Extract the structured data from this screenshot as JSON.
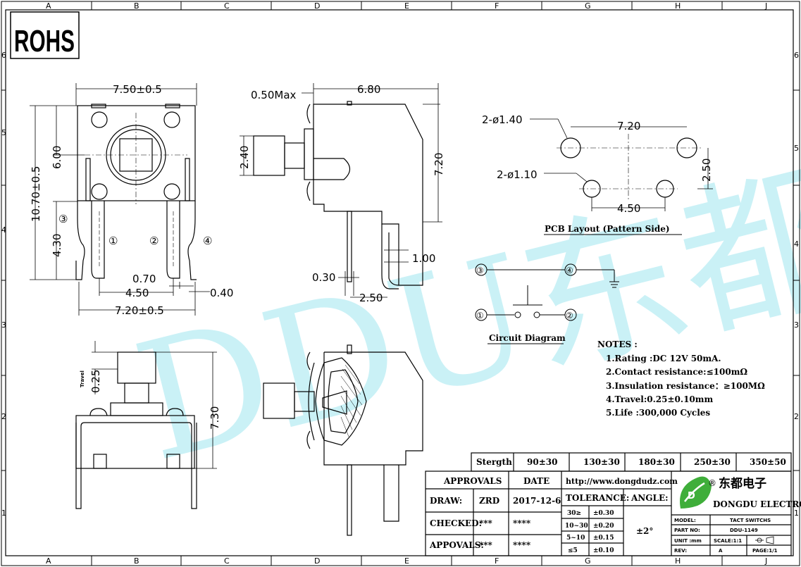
{
  "frame": {
    "columns": [
      "A",
      "B",
      "C",
      "D",
      "E",
      "F",
      "G",
      "H",
      "J"
    ],
    "rows": [
      "6",
      "5",
      "4",
      "3",
      "2",
      "1"
    ]
  },
  "rohs": "ROHS",
  "watermark": "DDU东都",
  "front_view": {
    "dim_top": "7.50±0.5",
    "dim_bottom": "7.20±0.5",
    "dim_height": "10.70±0.5",
    "dim_600": "6.00",
    "dim_430": "4.30",
    "dim_070": "0.70",
    "dim_450": "4.50",
    "dim_040": "0.40",
    "pins": [
      "①",
      "②",
      "③",
      "④"
    ]
  },
  "side_view": {
    "dim_680": "6.80",
    "dim_050": "0.50Max",
    "dim_240": "2.40",
    "dim_720": "7.20",
    "dim_100": "1.00",
    "dim_030": "0.30",
    "dim_250": "2.50"
  },
  "pcb_layout": {
    "hole1": "2-ø1.40",
    "hole2": "2-ø1.10",
    "dim_720": "7.20",
    "dim_250": "2.50",
    "dim_450": "4.50",
    "title": "PCB Layout (Pattern Side)"
  },
  "circuit": {
    "title": "Circuit Diagram",
    "n1": "①",
    "n2": "②",
    "n3": "③",
    "n4": "④"
  },
  "notes": {
    "title": "NOTES :",
    "items": [
      "1.Rating :DC 12V 50mA.",
      "2.Contact resistance:≤100mΩ",
      "3.Insulation resistance：≥100MΩ",
      "4.Travel:0.25±0.10mm",
      "5.Life :300,000 Cycles"
    ]
  },
  "bottom_view": {
    "travel_label": "Travel",
    "dim_025": "0.25",
    "dim_730": "7.30"
  },
  "strength_row": [
    "Stergth",
    "90±30",
    "130±30",
    "180±30",
    "250±30",
    "350±50"
  ],
  "title_block": {
    "approvals": "APPROVALS",
    "date": "DATE",
    "url": "http://www.dongdudz.com",
    "draw": "DRAW:",
    "draw_name": "ZRD",
    "draw_date": "2017-12-6",
    "checked": "CHECKED:",
    "checked_name": "***",
    "checked_date": "****",
    "appovals": "APPOVALS:",
    "appovals_name": "***",
    "appovals_date": "****",
    "tolerance": "TOLERANCE:",
    "angle": "ANGLE:",
    "angle_val": "±2°",
    "tol_rows": [
      [
        "30≥",
        "±0.30"
      ],
      [
        "10~30",
        "±0.20"
      ],
      [
        "5~10",
        "±0.15"
      ],
      [
        "≤5",
        "±0.10"
      ]
    ],
    "company_cn": "东都电子",
    "company_en": "DONGDU ELECTRONICS",
    "registered": "®",
    "model_label": "MODEL:",
    "model_val": "TACT SWITCHS",
    "part_label": "PART NO:",
    "part_val": "DDU-1149",
    "unit_label": "UNIT :mm",
    "scale": "SCALE:1:1",
    "rev_label": "REV:",
    "rev_val": "A",
    "page": "PAGE:1/1"
  },
  "colors": {
    "watermark": "#9fe6f0",
    "logo_green": "#3fae3a"
  }
}
